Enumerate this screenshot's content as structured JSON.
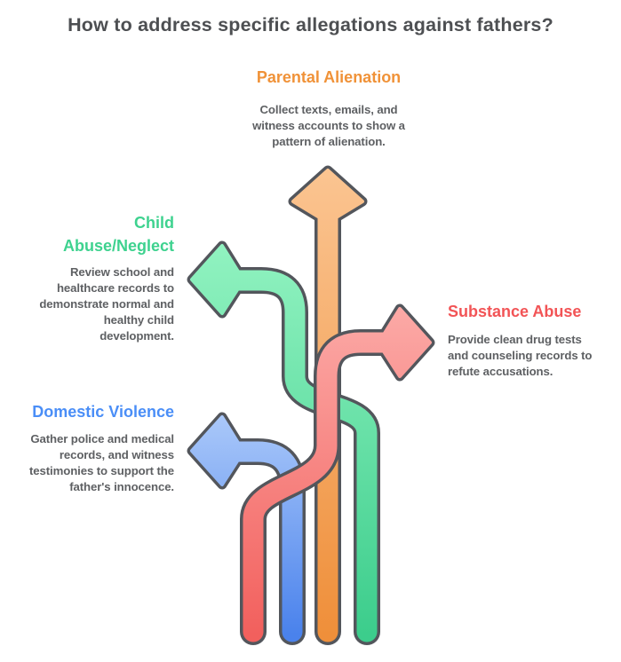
{
  "title": "How to address specific allegations against fathers?",
  "colors": {
    "title_text": "#4d4f52",
    "body_text": "#5e6063",
    "arrow_outline": "#53565c",
    "orange_heading": "#f09238",
    "green_heading": "#3ed28f",
    "red_heading": "#f25456",
    "blue_heading": "#4a8ef7",
    "orange_arrow": "#ef8f3a",
    "green_arrow": "#3ccd8c",
    "blue_arrow": "#4a82ec",
    "red_arrow": "#f2605d"
  },
  "sections": [
    {
      "id": "parental-alienation",
      "heading": "Parental Alienation",
      "arrow": "orange-up-arrow",
      "body_lines": [
        "Collect texts, emails, and",
        "witness accounts to show a",
        "pattern of alienation."
      ]
    },
    {
      "id": "child-abuse-neglect",
      "heading_lines": [
        "Child",
        "Abuse/Neglect"
      ],
      "arrow": "green-left-arrow",
      "body_lines": [
        "Review school and",
        "healthcare records to",
        "demonstrate normal and",
        "healthy child",
        "development."
      ]
    },
    {
      "id": "substance-abuse",
      "heading": "Substance Abuse",
      "arrow": "red-right-arrow",
      "body_lines": [
        "Provide clean drug tests",
        "and counseling records to",
        "refute accusations."
      ]
    },
    {
      "id": "domestic-violence",
      "heading": "Domestic Violence",
      "arrow": "blue-left-arrow",
      "body_lines": [
        "Gather police and medical",
        "records, and witness",
        "testimonies to support the",
        "father's innocence."
      ]
    }
  ]
}
